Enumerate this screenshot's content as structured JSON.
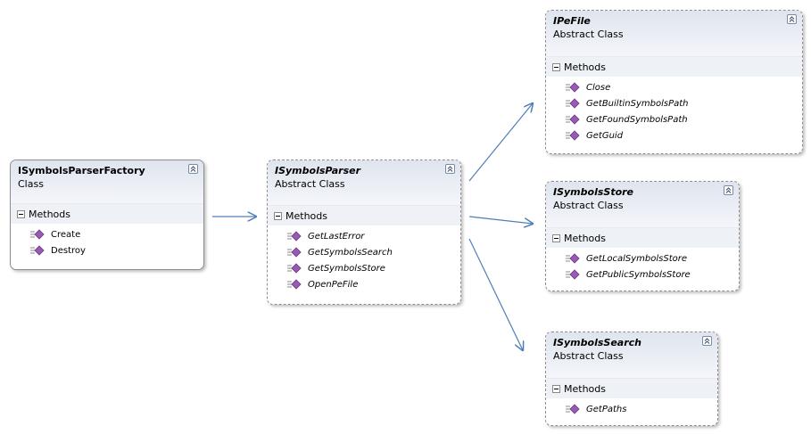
{
  "classes": {
    "factory": {
      "name": "ISymbolsParserFactory",
      "kind": "Class",
      "section": "Methods",
      "methods": [
        "Create",
        "Destroy"
      ]
    },
    "parser": {
      "name": "ISymbolsParser",
      "kind": "Abstract Class",
      "section": "Methods",
      "methods": [
        "GetLastError",
        "GetSymbolsSearch",
        "GetSymbolsStore",
        "OpenPeFile"
      ]
    },
    "pefile": {
      "name": "IPeFile",
      "kind": "Abstract Class",
      "section": "Methods",
      "methods": [
        "Close",
        "GetBuiltinSymbolsPath",
        "GetFoundSymbolsPath",
        "GetGuid"
      ]
    },
    "store": {
      "name": "ISymbolsStore",
      "kind": "Abstract Class",
      "section": "Methods",
      "methods": [
        "GetLocalSymbolsStore",
        "GetPublicSymbolsStore"
      ]
    },
    "search": {
      "name": "ISymbolsSearch",
      "kind": "Abstract Class",
      "section": "Methods",
      "methods": [
        "GetPaths"
      ]
    }
  },
  "colors": {
    "arrow": "#4f7fb8",
    "method_icon": "#9b59b6",
    "header_top": "#dfe4ee"
  }
}
